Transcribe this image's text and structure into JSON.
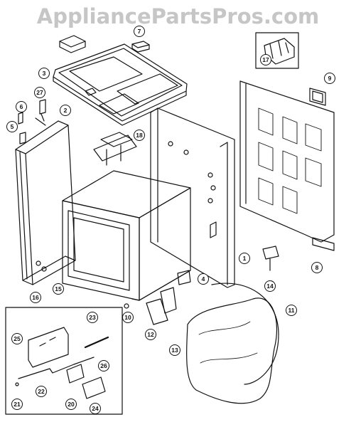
{
  "watermark": "AppliancePartsPros.com",
  "callouts": [
    {
      "id": "c1",
      "label": "1"
    },
    {
      "id": "c2",
      "label": "2"
    },
    {
      "id": "c3",
      "label": "3"
    },
    {
      "id": "c4",
      "label": "4"
    },
    {
      "id": "c5",
      "label": "5"
    },
    {
      "id": "c6",
      "label": "6"
    },
    {
      "id": "c7",
      "label": "7"
    },
    {
      "id": "c8",
      "label": "8"
    },
    {
      "id": "c9",
      "label": "9"
    },
    {
      "id": "c10",
      "label": "10"
    },
    {
      "id": "c11",
      "label": "11"
    },
    {
      "id": "c12",
      "label": "12"
    },
    {
      "id": "c13",
      "label": "13"
    },
    {
      "id": "c14",
      "label": "14"
    },
    {
      "id": "c15",
      "label": "15"
    },
    {
      "id": "c16",
      "label": "16"
    },
    {
      "id": "c17",
      "label": "17"
    },
    {
      "id": "c18",
      "label": "18"
    },
    {
      "id": "c20",
      "label": "20"
    },
    {
      "id": "c21",
      "label": "21"
    },
    {
      "id": "c22",
      "label": "22"
    },
    {
      "id": "c23",
      "label": "23"
    },
    {
      "id": "c24",
      "label": "24"
    },
    {
      "id": "c25",
      "label": "25"
    },
    {
      "id": "c26",
      "label": "26"
    },
    {
      "id": "c27",
      "label": "27"
    }
  ],
  "colors": {
    "ink": "#111111",
    "watermark": "#c6c6c6",
    "background": "#ffffff"
  }
}
